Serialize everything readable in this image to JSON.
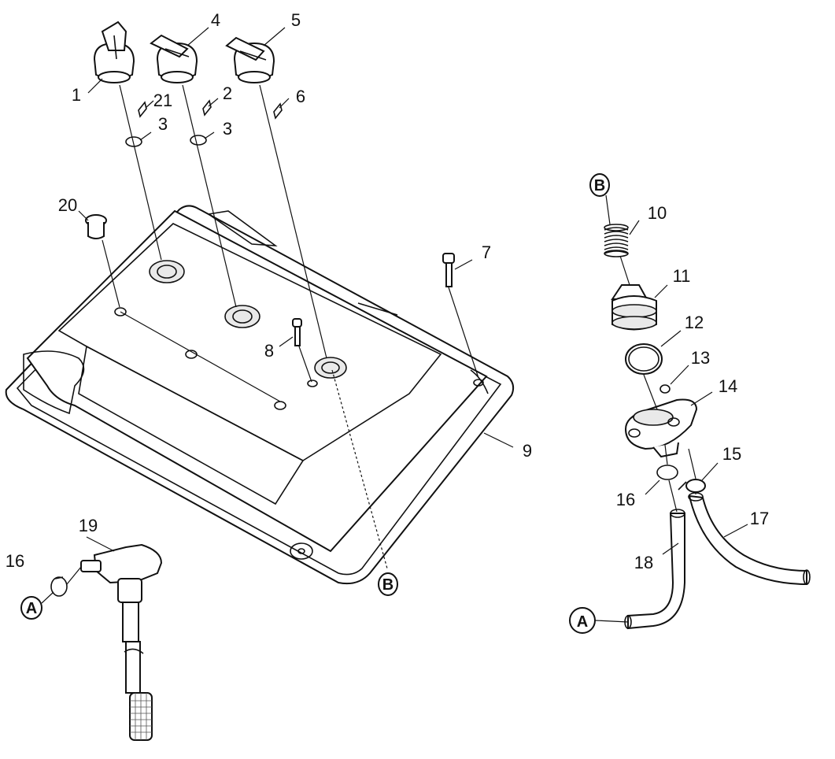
{
  "callouts": {
    "c1": "1",
    "c2": "2",
    "c3a": "3",
    "c3b": "3",
    "c4": "4",
    "c5": "5",
    "c6": "6",
    "c7": "7",
    "c8": "8",
    "c9": "9",
    "c10": "10",
    "c11": "11",
    "c12": "12",
    "c13": "13",
    "c14": "14",
    "c15": "15",
    "c16a": "16",
    "c16b": "16",
    "c17": "17",
    "c18": "18",
    "c19": "19",
    "c20": "20",
    "c21": "21"
  },
  "references": {
    "b_top": "B",
    "b_bottom": "B",
    "a_left": "A",
    "a_right": "A"
  }
}
